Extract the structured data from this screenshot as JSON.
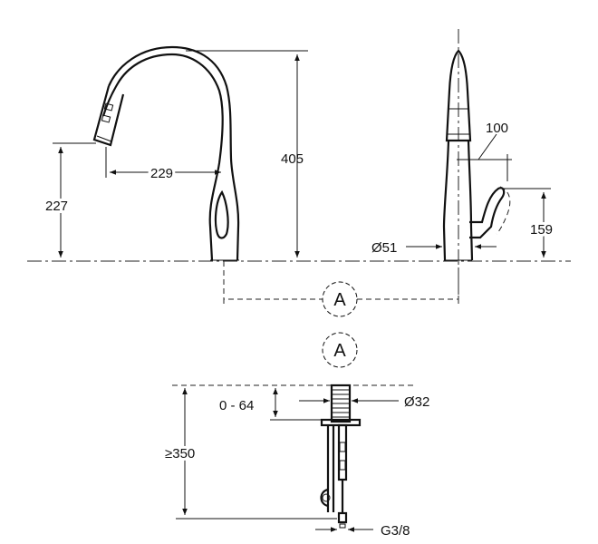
{
  "front_view": {
    "height_label": "405",
    "reach_label": "229",
    "spout_height_label": "227"
  },
  "side_view": {
    "projection_label": "100",
    "handle_height_label": "159",
    "base_diameter_label": "Ø51"
  },
  "detail": {
    "callout_label": "A",
    "deck_thickness_label": "0 - 64",
    "hole_diameter_label": "Ø32",
    "under_deck_label": "≥350",
    "connection_label": "G3/8"
  },
  "colors": {
    "line": "#111111",
    "background": "#ffffff"
  }
}
